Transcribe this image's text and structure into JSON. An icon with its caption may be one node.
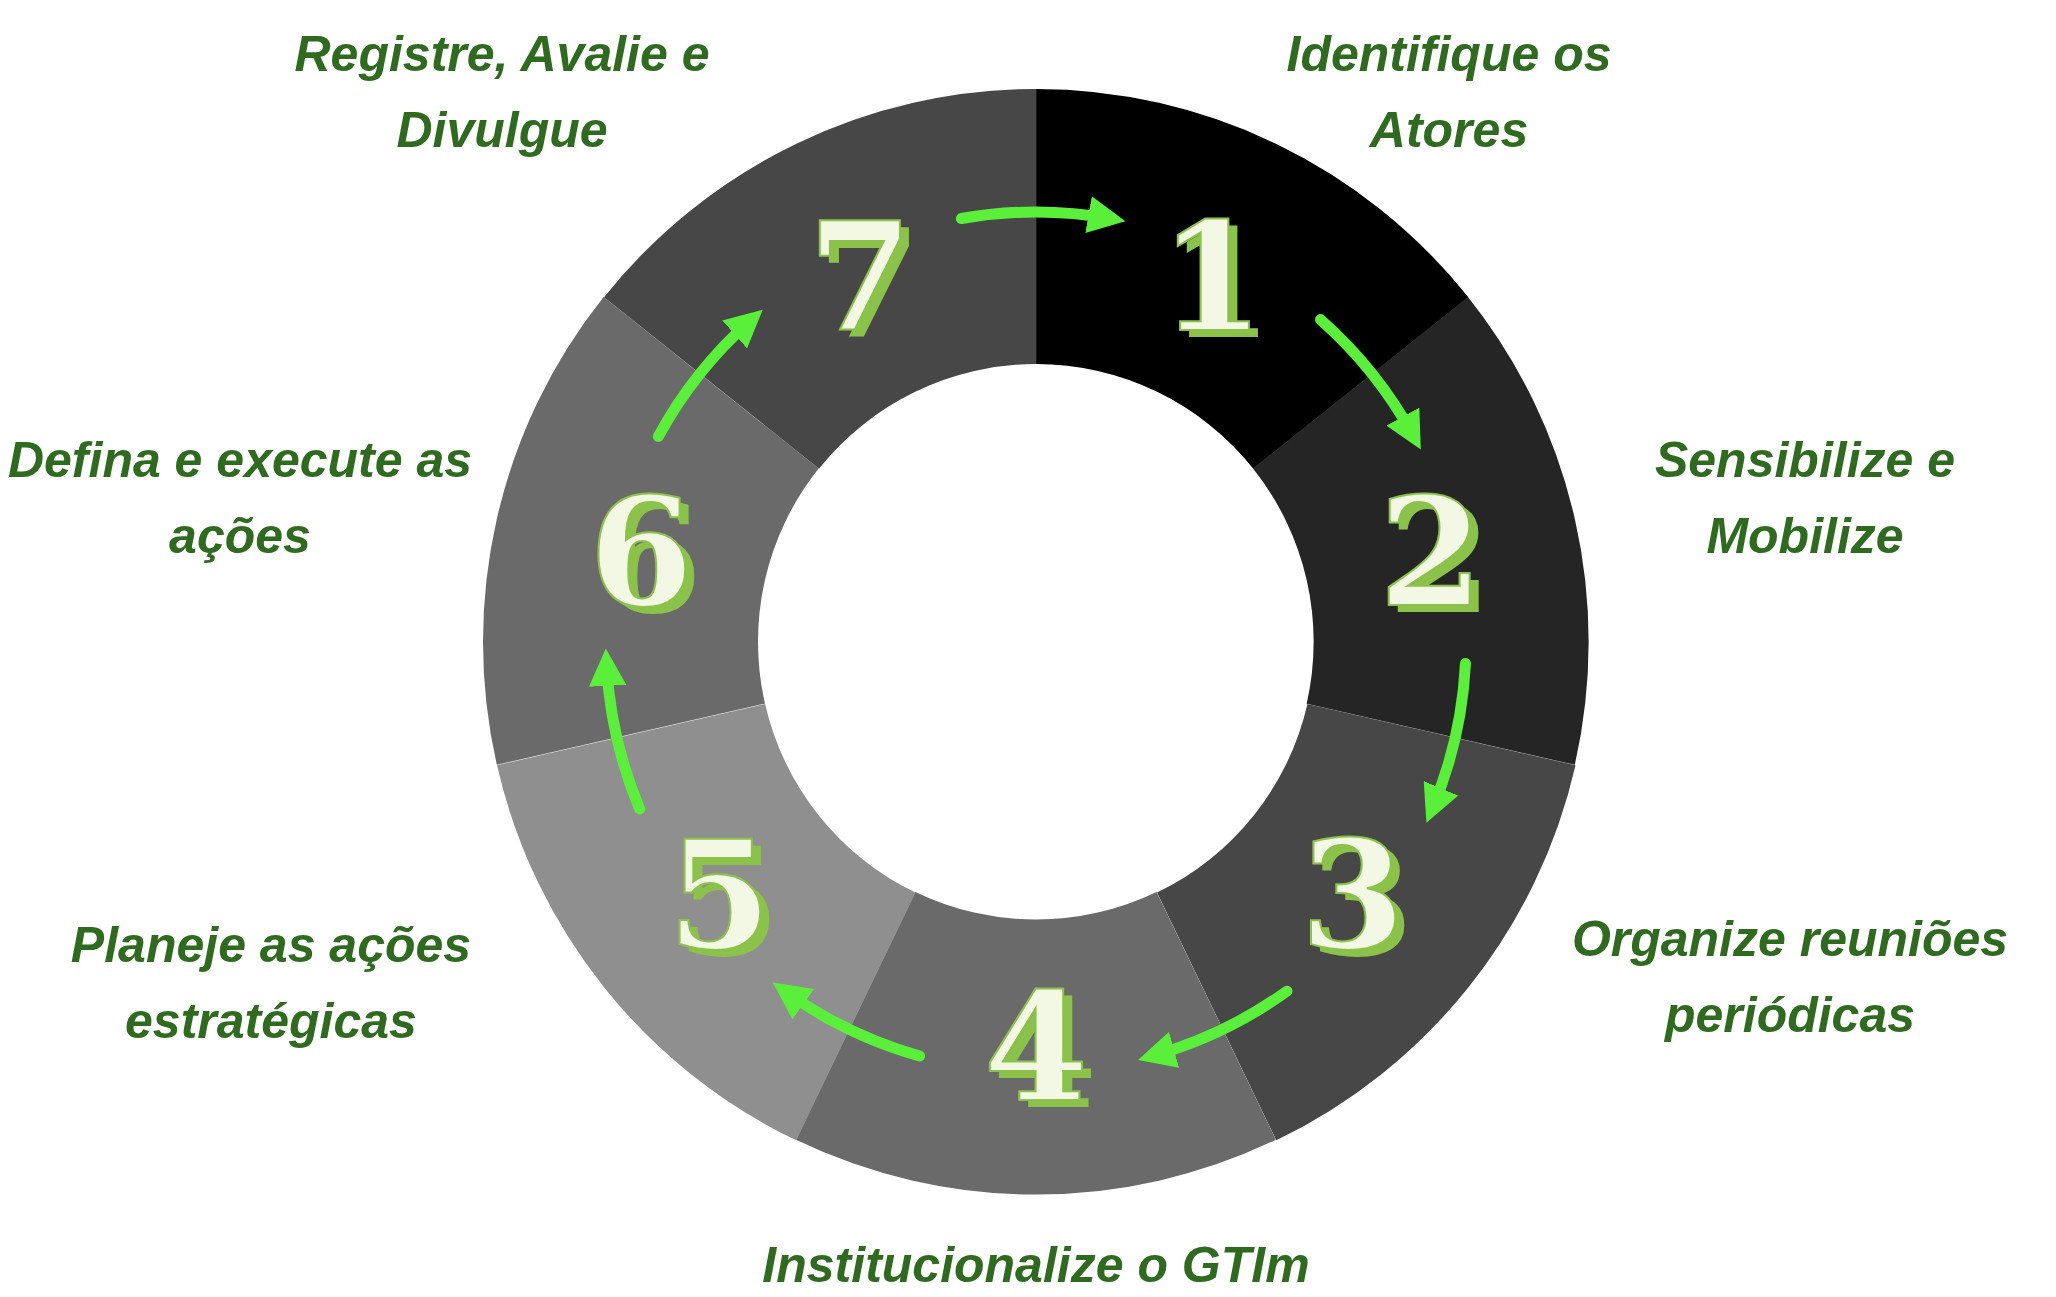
{
  "diagram": {
    "nodes": [
      {
        "text": [
          "1"
        ],
        "beside": [
          "Identifique os Atores"
        ]
      },
      {
        "text": [
          "2"
        ],
        "beside": [
          "Sensibilize e Mobilize"
        ]
      },
      {
        "text": [
          "3"
        ],
        "beside": [
          "Organize reuniões periódicas"
        ]
      },
      {
        "text": [
          "4"
        ],
        "beside": [
          "Institucionalize o GTIm"
        ]
      },
      {
        "text": [
          "5"
        ],
        "beside": [
          "Planeje as ações estratégicas"
        ]
      },
      {
        "text": [
          "6"
        ],
        "beside": [
          "Defina e execute as ações"
        ]
      },
      {
        "text": [
          "7"
        ],
        "beside": [
          "Registre, Avalie e Divulgue"
        ]
      }
    ],
    "edges": [
      {
        "from": 6,
        "to": 0,
        "arrow": "to"
      },
      {
        "from": 0,
        "to": 1,
        "arrow": "to"
      },
      {
        "from": 1,
        "to": 2,
        "arrow": "to"
      },
      {
        "from": 2,
        "to": 3,
        "arrow": "to"
      },
      {
        "from": 3,
        "to": 4,
        "arrow": "to"
      },
      {
        "from": 4,
        "to": 5,
        "arrow": "to"
      },
      {
        "from": 5,
        "to": 6,
        "arrow": "to"
      }
    ]
  }
}
